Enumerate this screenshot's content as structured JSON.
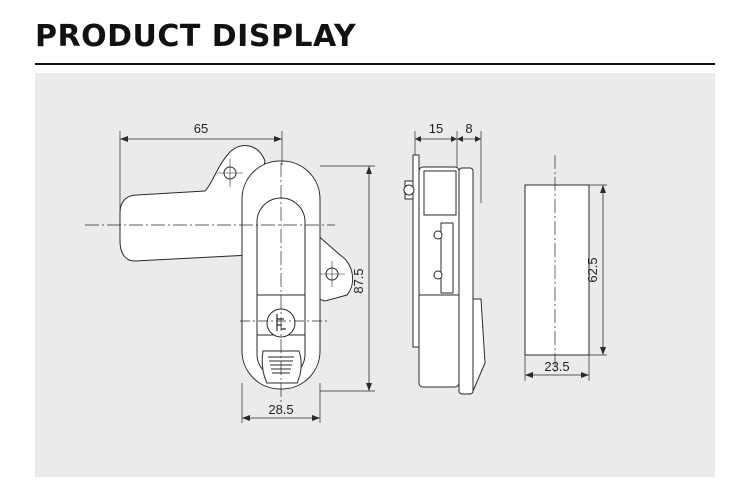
{
  "header": {
    "title": "PRODUCT DISPLAY"
  },
  "dimensions": {
    "front_top_width": "65",
    "front_height": "87.5",
    "front_bottom_width": "28.5",
    "side_depth_a": "15",
    "side_depth_b": "8",
    "cutout_height": "62.5",
    "cutout_width": "23.5"
  },
  "colors": {
    "panel_background": "#ebebeb",
    "line": "#2a2a2a",
    "fill": "#ffffff"
  }
}
